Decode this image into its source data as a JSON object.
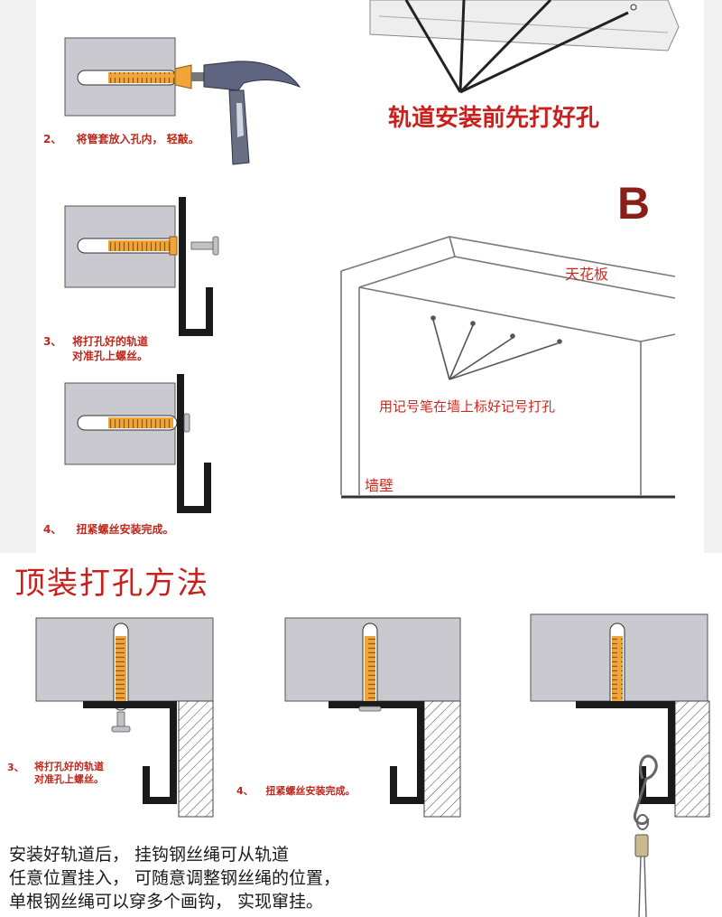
{
  "colors": {
    "label_red": "#c0261a",
    "title_red": "#c8201c",
    "wall_gray": "#c9c9cf",
    "rail_black": "#1a1a1a",
    "anchor_orange": "#f0a43a"
  },
  "upper_left_steps": [
    {
      "number": "2、",
      "text": "将管套放入孔内， 轻敲。"
    },
    {
      "number": "3、",
      "lines": [
        "将打孔好的轨道",
        "对准孔上螺丝。"
      ]
    },
    {
      "number": "4、",
      "text": "扭紧螺丝安装完成。"
    }
  ],
  "upper_right": {
    "heading": "轨道安装前先打好孔",
    "section_letter": "B",
    "ceiling_label": "天花板",
    "marker_label": "用记号笔在墙上标好记号打孔",
    "wall_label": "墙壁"
  },
  "ceiling_method": {
    "title": "顶装打孔方法",
    "steps": [
      {
        "number": "3、",
        "lines": [
          "将打孔好的轨道",
          "对准孔上螺丝。"
        ]
      },
      {
        "number": "4、",
        "text": "扭紧螺丝安装完成。"
      }
    ],
    "note_lines": [
      "安装好轨道后， 挂钩钢丝绳可从轨道",
      "任意位置挂入， 可随意调整钢丝绳的位置，",
      "单根钢丝绳可以穿多个画钩， 实现窜挂。"
    ]
  }
}
